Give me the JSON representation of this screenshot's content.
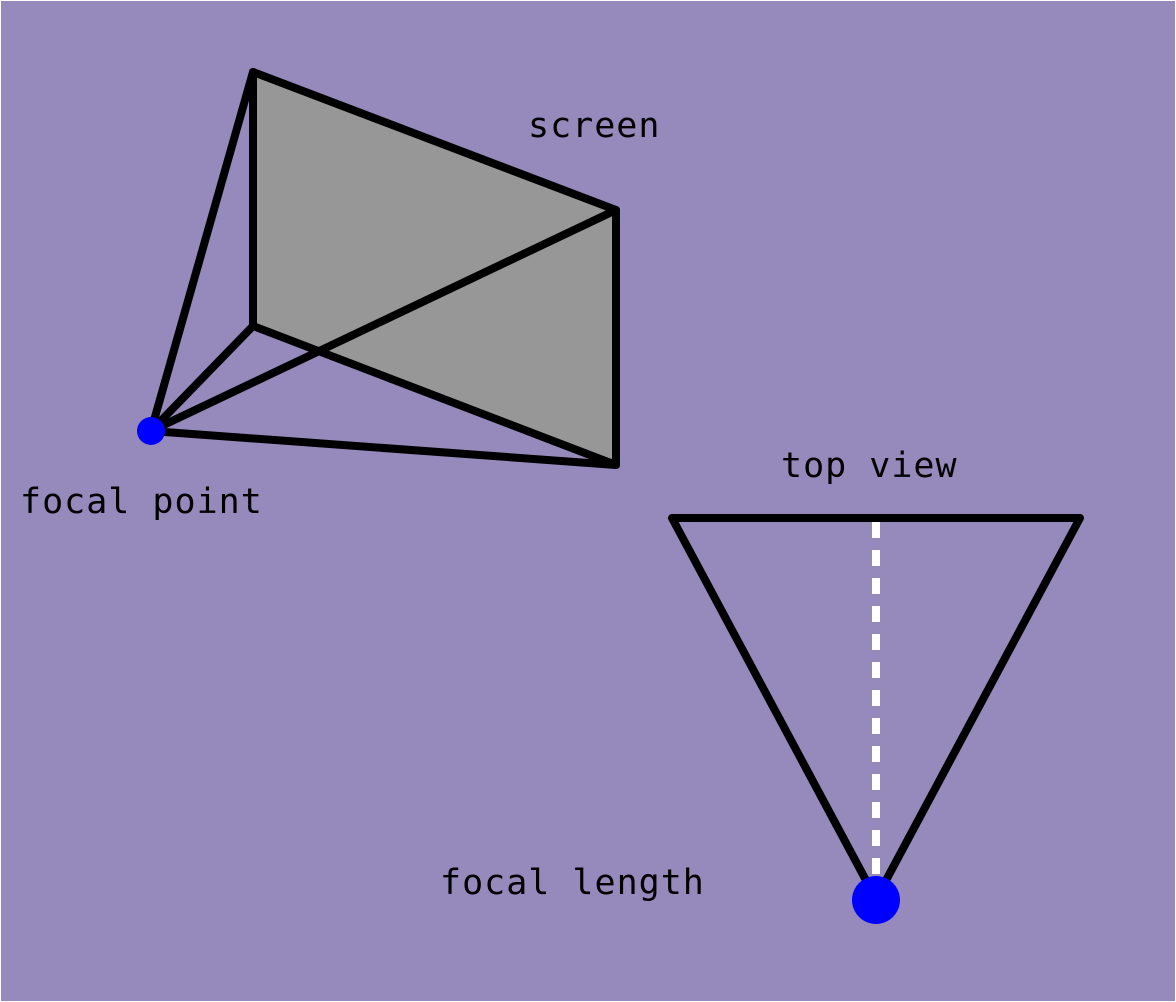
{
  "diagram": {
    "labels": {
      "screen": "screen",
      "focal_point": "focal point",
      "top_view": "top view",
      "focal_length": "focal length"
    },
    "colors": {
      "background": "#9689bc",
      "screen_fill": "#979797",
      "outline": "#000000",
      "focal_point": "#0000ff",
      "focal_length_dash": "#ffffff"
    }
  }
}
